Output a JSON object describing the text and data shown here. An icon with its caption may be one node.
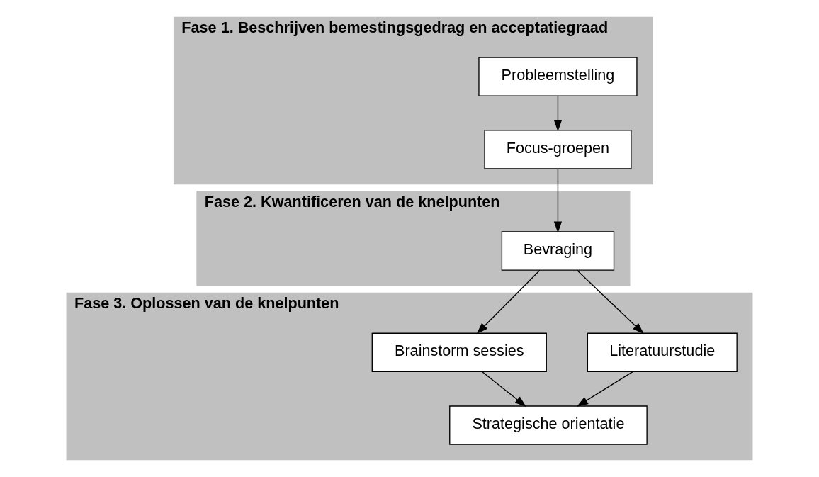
{
  "diagram": {
    "nodes": [
      {
        "text": [
          "Fase 1. Beschrijven bemestingsgedrag en acceptatiegraad"
        ]
      },
      {
        "text": [
          "Probleemstelling"
        ],
        "in": 0
      },
      {
        "text": [
          "Focus-groepen"
        ],
        "in": 0
      },
      {
        "text": [
          "Fase 2. Kwantificeren van de knelpunten"
        ]
      },
      {
        "text": [
          "Bevraging"
        ],
        "in": 3
      },
      {
        "text": [
          "Fase 3. Oplossen van de knelpunten"
        ]
      },
      {
        "text": [
          "Brainstorm sessies"
        ],
        "in": 5
      },
      {
        "text": [
          "Literatuurstudie"
        ],
        "in": 5
      },
      {
        "text": [
          "Strategische orientatie"
        ],
        "in": 5
      }
    ],
    "edges": [
      {
        "from": 1,
        "to": 2,
        "arrow": "to"
      },
      {
        "from": 2,
        "to": 4,
        "arrow": "to"
      },
      {
        "from": 4,
        "to": 6,
        "arrow": "to"
      },
      {
        "from": 4,
        "to": 7,
        "arrow": "to"
      },
      {
        "from": 6,
        "to": 8,
        "arrow": "to"
      },
      {
        "from": 7,
        "to": 8,
        "arrow": "to"
      }
    ]
  }
}
